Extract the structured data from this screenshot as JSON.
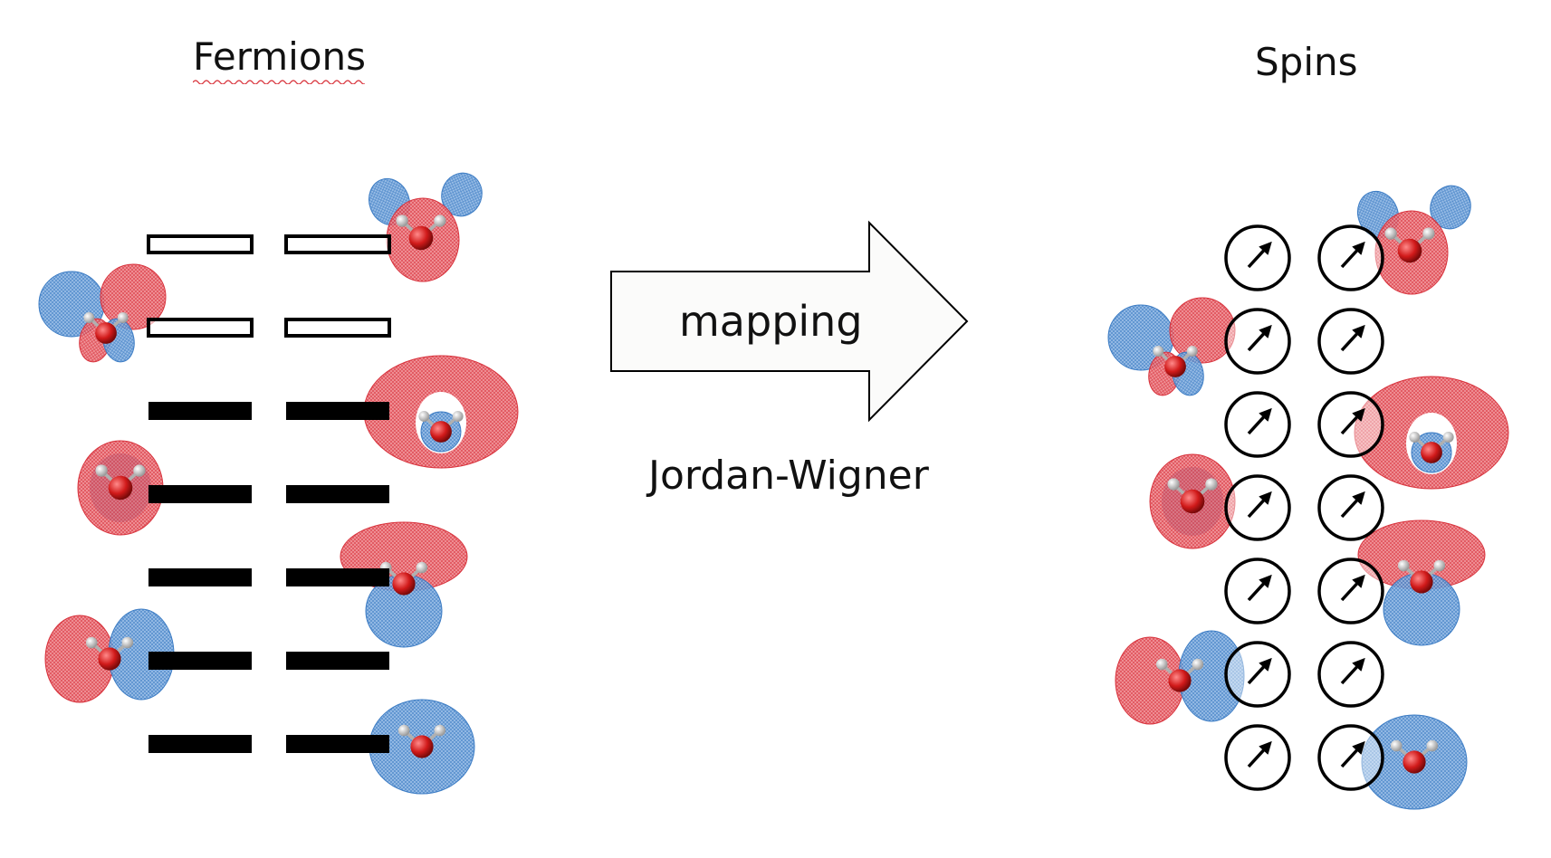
{
  "titles": {
    "fermions": "Fermions",
    "spins": "Spins"
  },
  "arrow": {
    "label": "mapping",
    "caption": "Jordan-Wigner"
  },
  "fermion_levels": {
    "count": 7,
    "columns": 2,
    "states": [
      "empty",
      "empty",
      "filled",
      "filled",
      "filled",
      "filled",
      "filled"
    ]
  },
  "spin_lattice": {
    "rows": 7,
    "columns": 2,
    "orientation": "up-right"
  },
  "colors": {
    "lobe_positive": "#e0464f",
    "lobe_negative": "#4f8ed0",
    "arrow_fill": "#fbfbfa",
    "ink": "#000000"
  }
}
